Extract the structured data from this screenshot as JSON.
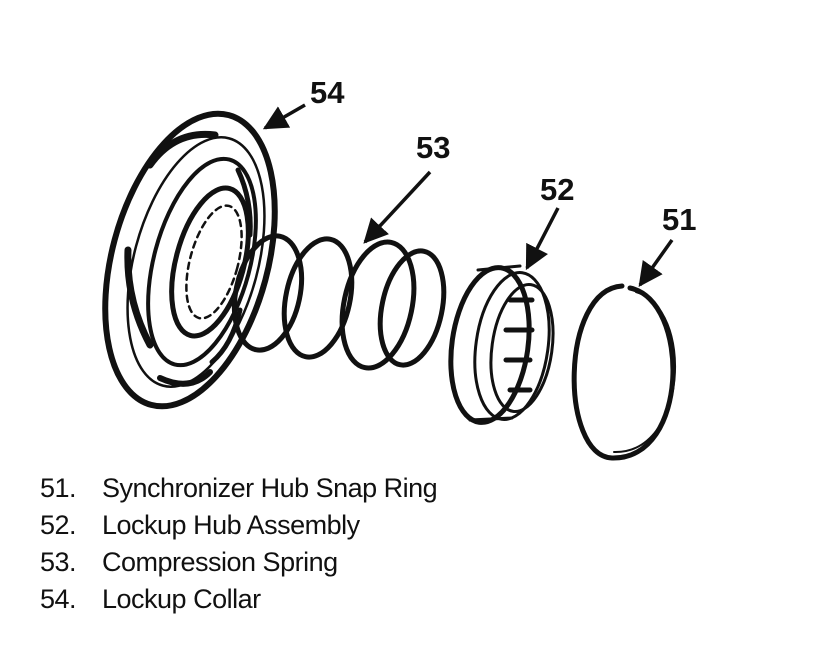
{
  "parts": [
    {
      "number": "51",
      "callout": "51",
      "list_number": "51.",
      "name": "Synchronizer Hub Snap Ring"
    },
    {
      "number": "52",
      "callout": "52",
      "list_number": "52.",
      "name": "Lockup Hub Assembly"
    },
    {
      "number": "53",
      "callout": "53",
      "list_number": "53.",
      "name": "Compression Spring"
    },
    {
      "number": "54",
      "callout": "54",
      "list_number": "54.",
      "name": "Lockup Collar"
    }
  ],
  "colors": {
    "ink": "#111111",
    "background": "#ffffff"
  }
}
